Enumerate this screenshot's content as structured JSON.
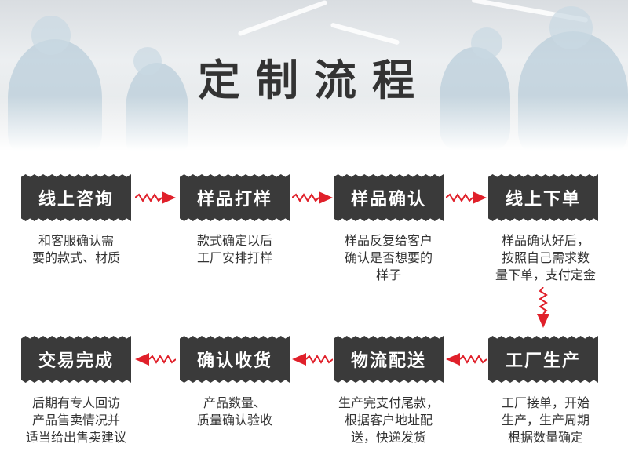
{
  "page_title": "定制流程",
  "steps_row1": [
    {
      "label": "线上咨询",
      "desc": [
        "和客服确认需",
        "要的款式、材质"
      ]
    },
    {
      "label": "样品打样",
      "desc": [
        "款式确定以后",
        "工厂安排打样"
      ]
    },
    {
      "label": "样品确认",
      "desc": [
        "样品反复给客户",
        "确认是否想要的",
        "样子"
      ]
    },
    {
      "label": "线上下单",
      "desc": [
        "样品确认好后，",
        "按照自己需求数",
        "量下单，支付定金"
      ]
    }
  ],
  "steps_row2": [
    {
      "label": "交易完成",
      "desc": [
        "后期有专人回访",
        "产品售卖情况并",
        "适当给出售卖建议"
      ]
    },
    {
      "label": "确认收货",
      "desc": [
        "产品数量、",
        "质量确认验收"
      ]
    },
    {
      "label": "物流配送",
      "desc": [
        "生产完支付尾款，",
        "根据客户地址配",
        "送，快递发货"
      ]
    },
    {
      "label": "工厂生产",
      "desc": [
        "工厂接单，开始",
        "生产，生产周期",
        "根据数量确定"
      ]
    }
  ],
  "colors": {
    "box_bg": "#3a3a3a",
    "arrow": "#e0202a",
    "text": "#333333"
  }
}
